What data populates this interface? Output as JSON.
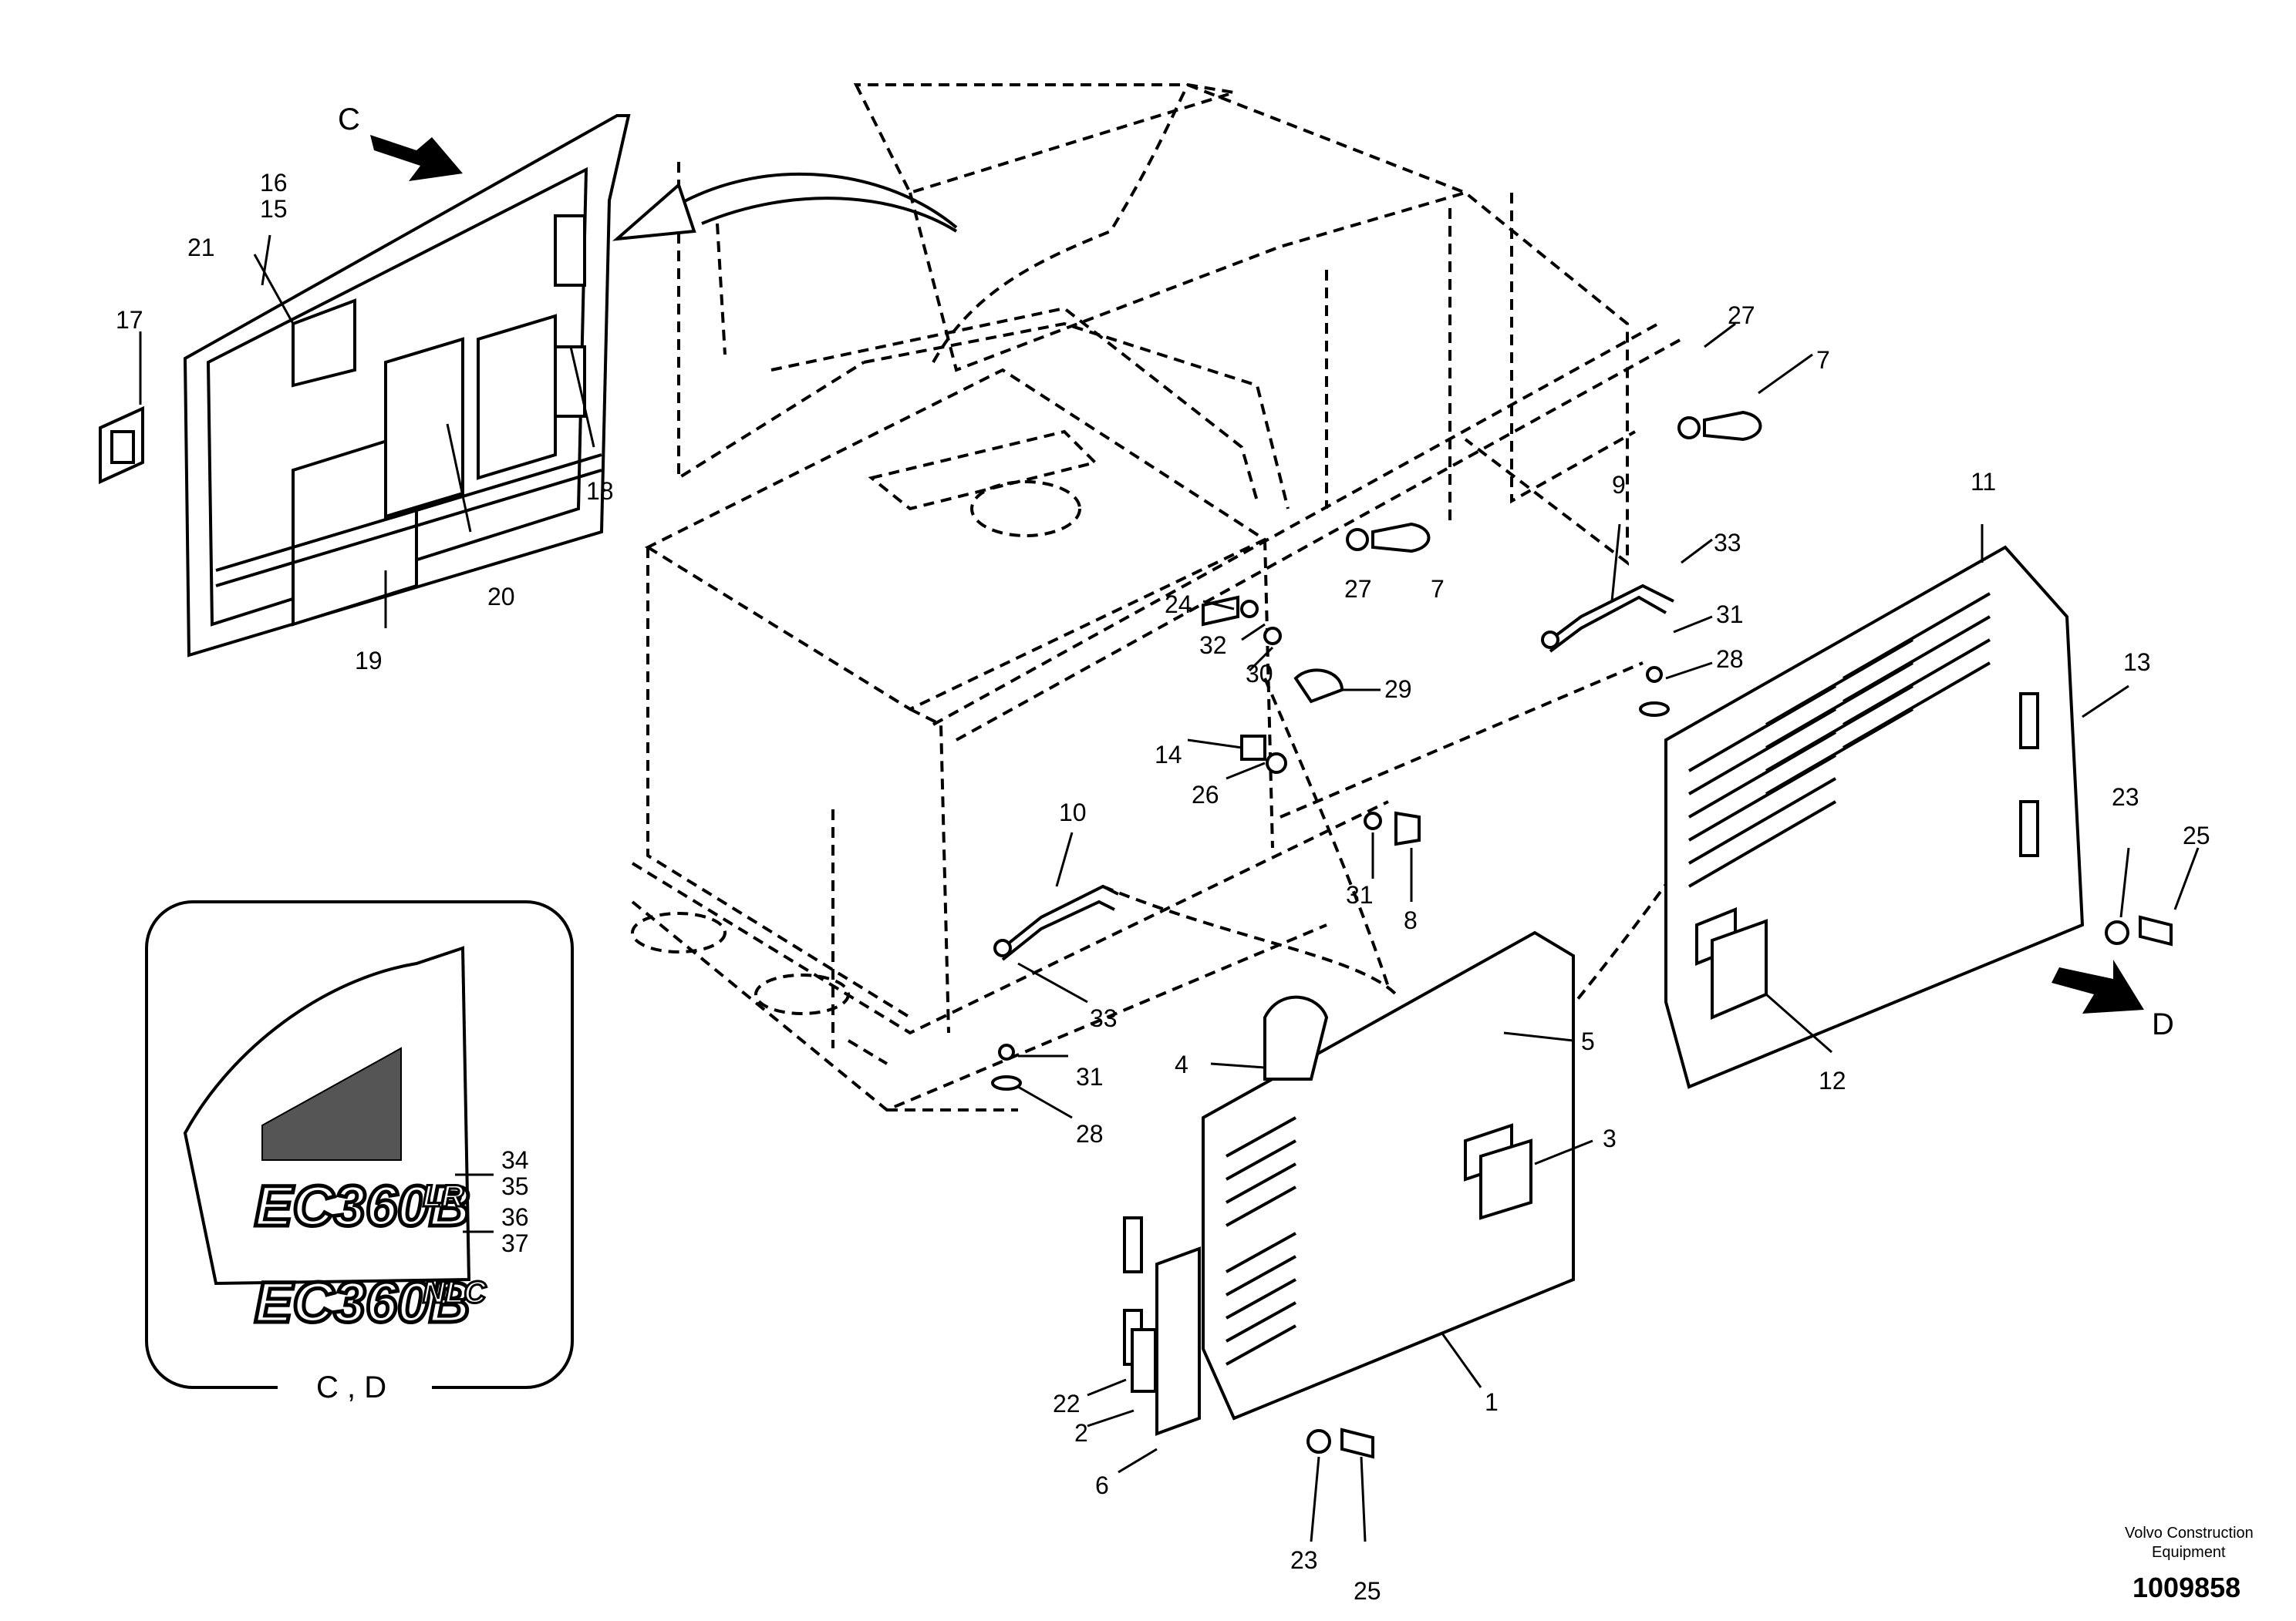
{
  "view_labels": {
    "c": "C",
    "d": "D",
    "inset": "C , D"
  },
  "part_callouts": [
    "1",
    "2",
    "3",
    "4",
    "5",
    "6",
    "7",
    "8",
    "9",
    "10",
    "11",
    "12",
    "13",
    "14",
    "15",
    "16",
    "17",
    "18",
    "19",
    "20",
    "21",
    "22",
    "23",
    "24",
    "25",
    "26",
    "27",
    "28",
    "29",
    "30",
    "31",
    "32",
    "33",
    "34",
    "35",
    "36",
    "37"
  ],
  "decals": {
    "lr": {
      "main": "EC360B",
      "suffix": "LR"
    },
    "nlc": {
      "main": "EC360B",
      "suffix": "NLC"
    }
  },
  "footer": {
    "company_line1": "Volvo Construction",
    "company_line2": "Equipment",
    "drawing_number": "1009858"
  }
}
